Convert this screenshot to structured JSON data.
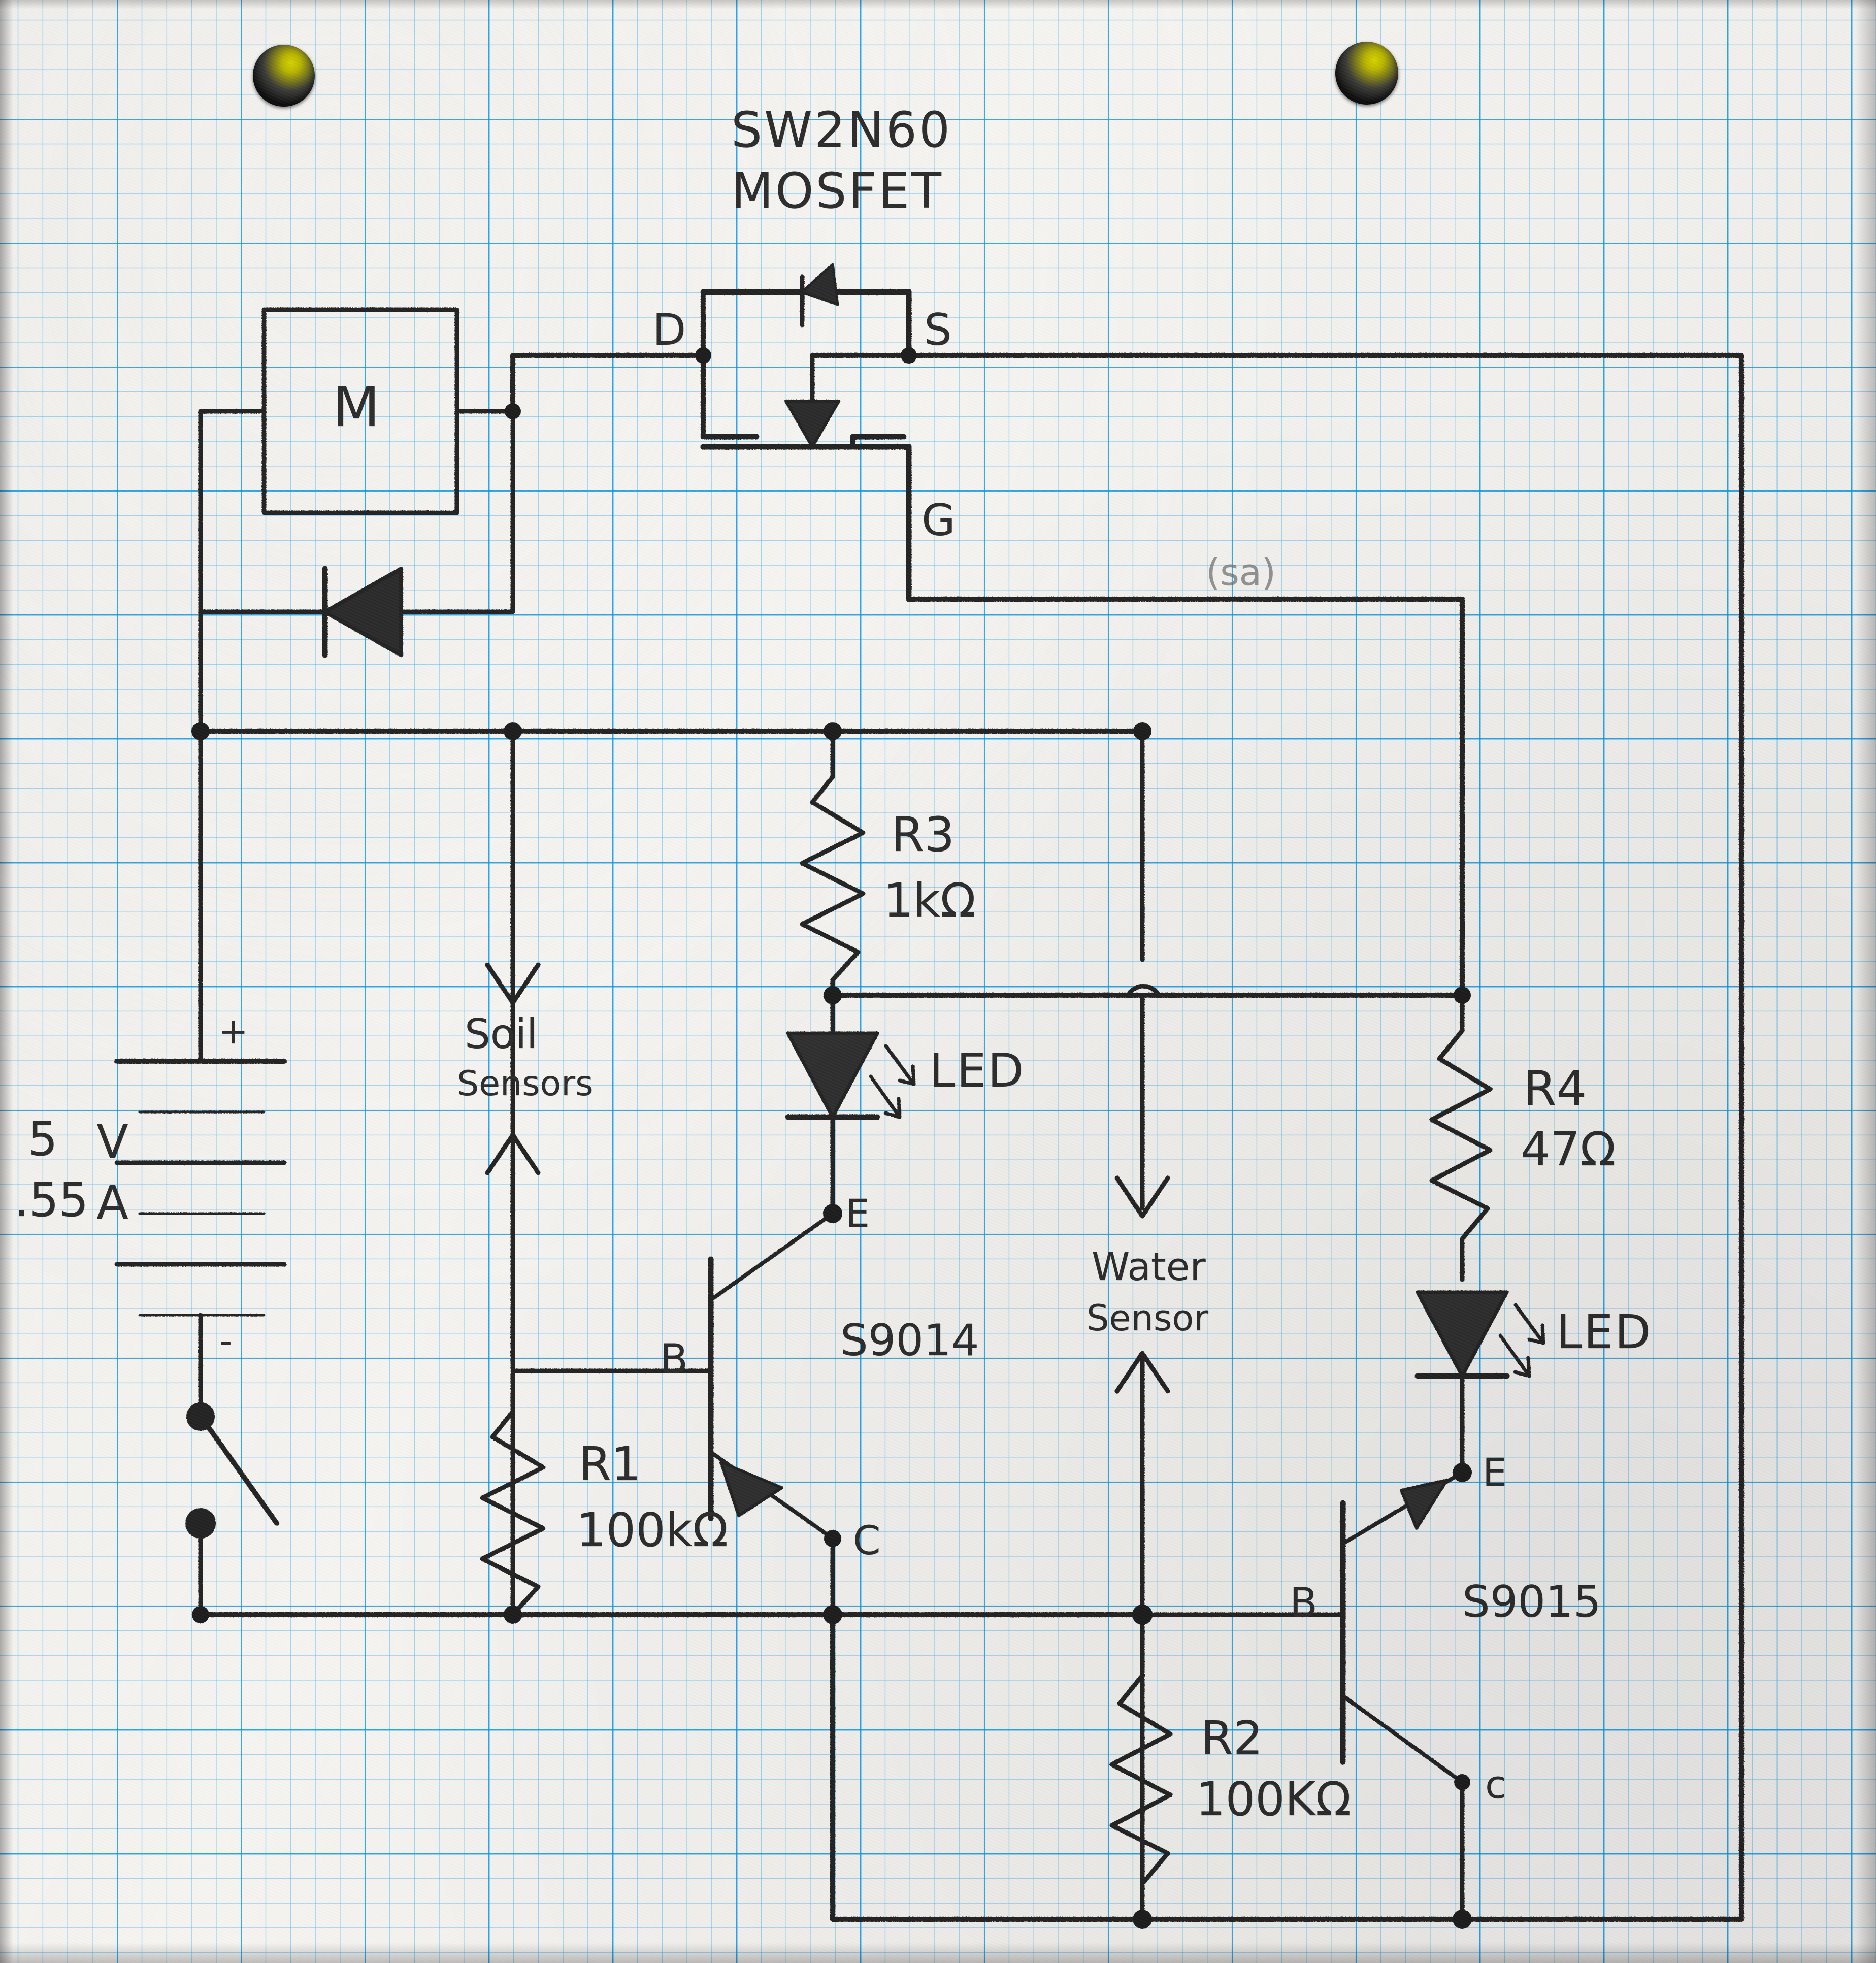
{
  "sheet": {
    "medium": "graph-paper",
    "ink_color": "#2b2b2b",
    "grid_color": "#3fb0f0",
    "paper_color": "#f5f4f1"
  },
  "title_note": {
    "line1": "SW2N60",
    "line2": "MOSFET"
  },
  "mosfet": {
    "name": "SW2N60",
    "drain_label": "D",
    "source_label": "S",
    "gate_label": "G"
  },
  "gate_note": "(sa)",
  "motor": {
    "label": "M"
  },
  "power": {
    "voltage": "5 V",
    "voltage_value": "5",
    "voltage_unit": "V",
    "current": ".55 A",
    "current_value": ".55",
    "current_unit": "A",
    "plus": "+",
    "minus": "-"
  },
  "sensors": [
    {
      "id": "soil",
      "line1": "Soil",
      "line2": "Sensors"
    },
    {
      "id": "water",
      "line1": "Water",
      "line2": "Sensor"
    }
  ],
  "resistors": [
    {
      "ref": "R1",
      "value": "100kΩ"
    },
    {
      "ref": "R2",
      "value": "100KΩ"
    },
    {
      "ref": "R3",
      "value": "1kΩ"
    },
    {
      "ref": "R4",
      "value": "47Ω"
    }
  ],
  "transistors": [
    {
      "ref": "S9014",
      "base": "B",
      "emitter": "E",
      "collector": "C"
    },
    {
      "ref": "S9015",
      "base": "B",
      "emitter": "E",
      "collector": "c"
    }
  ],
  "leds": [
    {
      "label": "LED"
    },
    {
      "label": "LED"
    }
  ],
  "diodes": [
    {
      "name": "flyback-diode"
    },
    {
      "name": "mosfet-body-diode"
    }
  ],
  "switch": {
    "name": "power-switch",
    "state": "open"
  },
  "holes": [
    {
      "name": "punch-hole-left"
    },
    {
      "name": "punch-hole-right"
    }
  ]
}
